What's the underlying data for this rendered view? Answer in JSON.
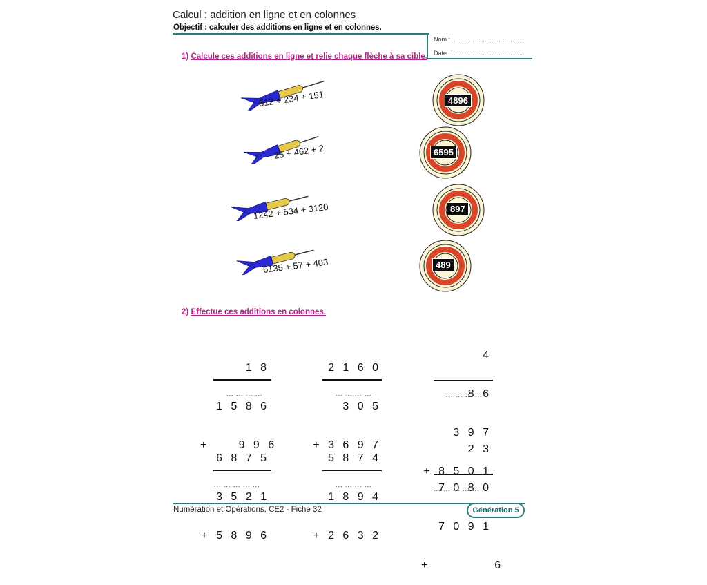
{
  "header": {
    "title": "Calcul : addition en ligne et en colonnes",
    "objective": "Objectif : calculer des additions en ligne et en colonnes.",
    "name_field": "Nom : ..........................................",
    "date_field": "Date : ........................................."
  },
  "exercise1": {
    "number": "1)",
    "instruction": "Calcule ces additions en ligne et relie chaque flèche à sa cible.",
    "darts": [
      "512 + 234 + 151",
      "25 + 462 + 2",
      "1242 + 534 + 3120",
      "6135 + 57 + 403"
    ],
    "targets": [
      "4896",
      "6595",
      "897",
      "489"
    ]
  },
  "exercise2": {
    "number": "2)",
    "instruction": "Effectue ces additions en colonnes.",
    "sums": [
      {
        "rows": [
          "1 8",
          "1 5 8 6",
          "+     9 9 6"
        ],
        "answer": "... ... ... ..."
      },
      {
        "rows": [
          "2 1 6 0",
          "3 0 5",
          "+ 3 6 9 7"
        ],
        "answer": "... ... ... ..."
      },
      {
        "rows": [
          "4",
          "8 6",
          "3 9 7",
          "+ 8 5 0 1"
        ],
        "answer": "... ... ... ..."
      },
      {
        "rows": [
          "6 8 7 5",
          "3 5 2 1",
          "+ 5 8 9 6"
        ],
        "answer": "... ... ... ... ..."
      },
      {
        "rows": [
          "5 8 7 4",
          "1 8 9 4",
          "+ 2 6 3 2"
        ],
        "answer": "... ... ... ..."
      },
      {
        "rows": [
          "2 3",
          "7 0 8 0",
          "7 0 9 1",
          "+           6"
        ],
        "answer": "... ... ... ... ..."
      }
    ]
  },
  "footer": {
    "text": "Numération et Opérations, CE2 - Fiche 32",
    "brand": "Génération 5"
  },
  "colors": {
    "accent": "#2c7a7a",
    "heading": "#b4238a",
    "dart_body": "#2a2ad0",
    "dart_tip": "#e6c94a",
    "target_ring": "#d8462a"
  }
}
